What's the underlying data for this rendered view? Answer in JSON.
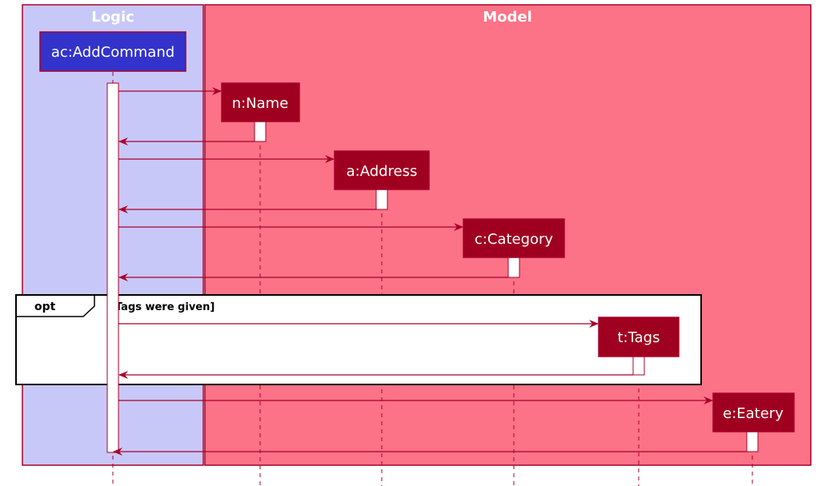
{
  "boxes": {
    "logic": {
      "title": "Logic"
    },
    "model": {
      "title": "Model"
    }
  },
  "objects": {
    "addcommand": "ac:AddCommand",
    "name": "n:Name",
    "address": "a:Address",
    "category": "c:Category",
    "tags": "t:Tags",
    "eatery": "e:Eatery"
  },
  "fragment": {
    "operator": "opt",
    "guard": "[Tags were given]"
  },
  "colors": {
    "logic_box": "#c8c8f8",
    "model_box": "#fc7286",
    "box_border": "#a8002a",
    "addcommand_fill": "#3333cc",
    "object_fill": "#a0001f",
    "arrow": "#a8002a"
  }
}
